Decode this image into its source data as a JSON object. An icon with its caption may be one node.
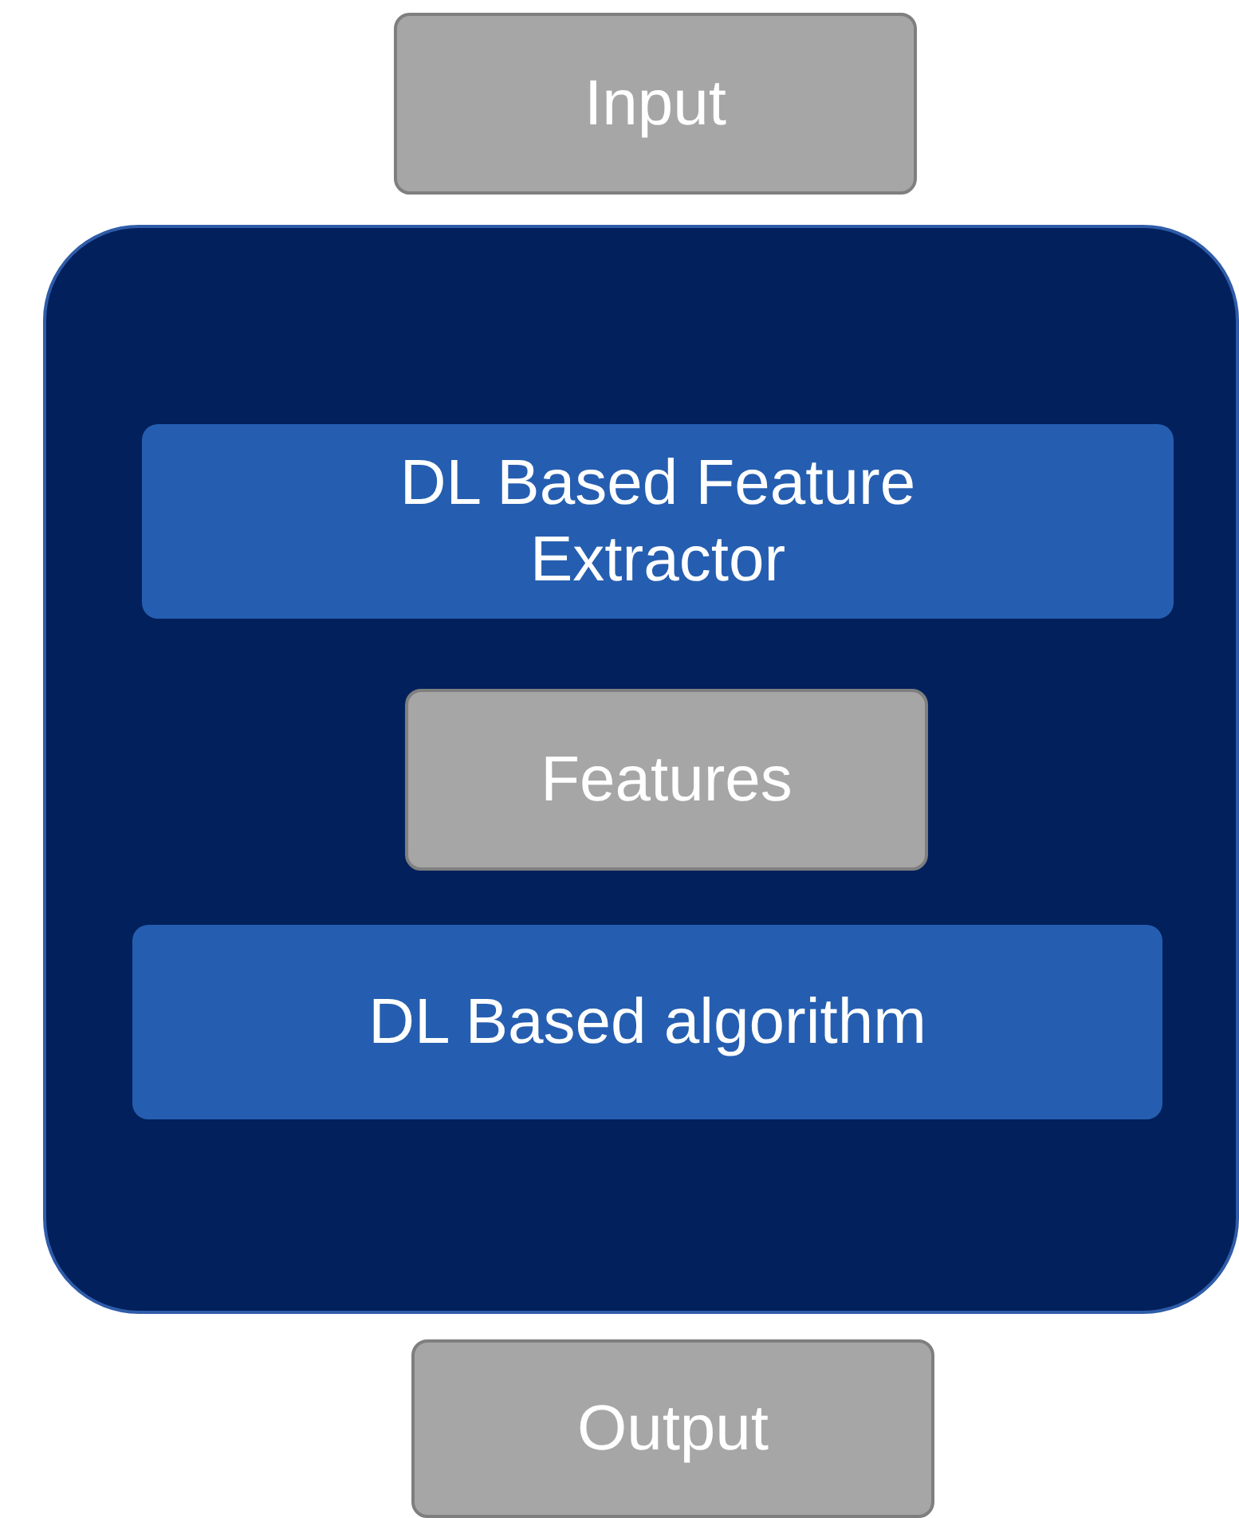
{
  "diagram": {
    "nodes": [
      {
        "text": [
          "Input"
        ]
      },
      {
        "text": [],
        "shape": "box"
      },
      {
        "text": [
          "DL Based Feature Extractor"
        ],
        "in": 1
      },
      {
        "text": [
          "Features"
        ],
        "in": 1
      },
      {
        "text": [
          "DL Based algorithm"
        ],
        "in": 1
      },
      {
        "text": [
          "Output"
        ]
      }
    ]
  }
}
